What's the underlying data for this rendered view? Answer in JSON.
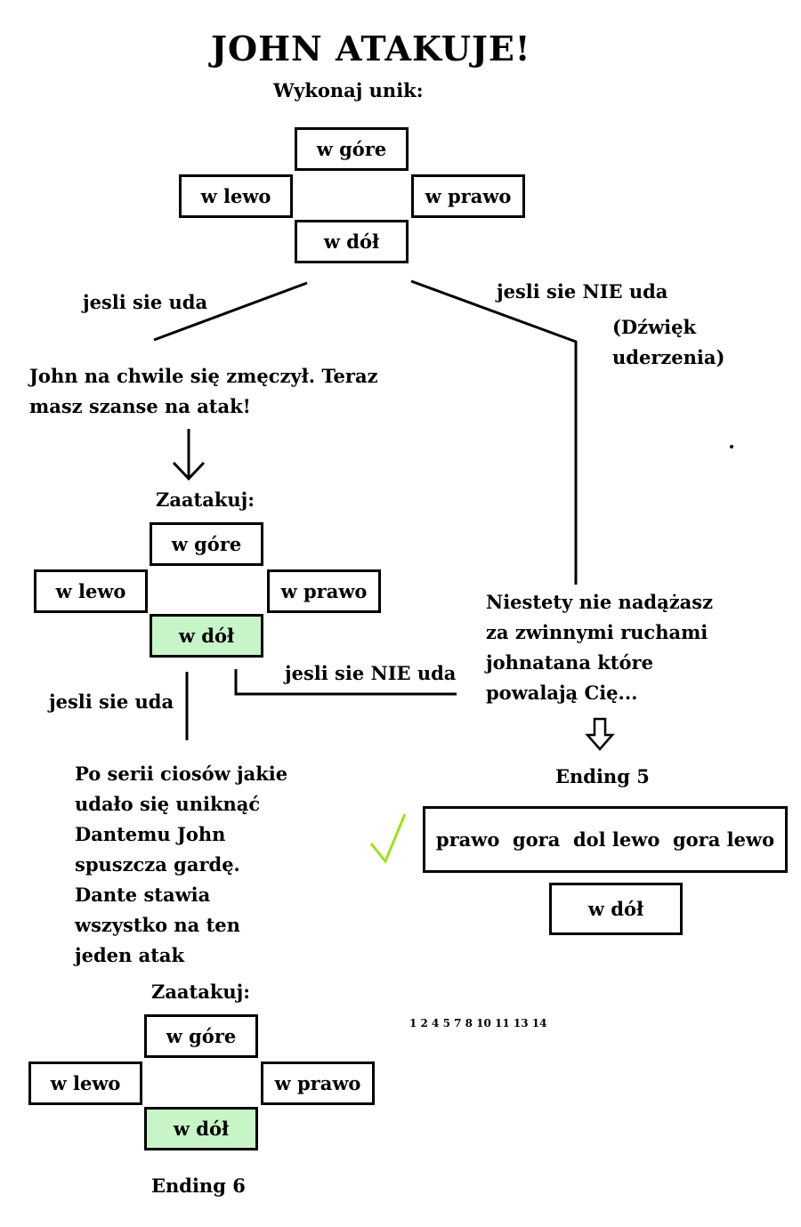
{
  "title": "JOHN ATAKUJE!",
  "dodge_prompt": "Wykonaj unik:",
  "dodge_options": {
    "up": "w góre",
    "left": "w lewo",
    "right": "w prawo",
    "down": "w dół"
  },
  "branch_success_1": "jesli sie uda",
  "branch_fail_1": "jesli sie NIE uda",
  "hit_sound_line1": "(Dźwięk",
  "hit_sound_line2": "uderzenia)",
  "john_tired_line1": "John na chwile się zmęczył. Teraz",
  "john_tired_line2": "masz szanse na atak!",
  "attack_prompt_1": "Zaatakuj:",
  "attack_options_1": {
    "up": "w góre",
    "left": "w lewo",
    "right": "w prawo",
    "down": "w dół"
  },
  "branch_success_2": "jesli sie uda",
  "branch_fail_2": "jesli sie NIE uda",
  "defeat_text": [
    "Niestety nie nadążasz",
    "za zwinnymi ruchami",
    "johnatana które",
    "powalają Cię..."
  ],
  "ending_5": "Ending 5",
  "combo_sequence": "prawo  gora  dol lewo  gora lewo",
  "combo_finish": "w dół",
  "guard_down_text": [
    "Po serii ciosów jakie",
    "udało się uniknąć",
    "Dantemu John",
    "spuszcza gardę.",
    "Dante stawia",
    "wszystko na ten",
    "jeden atak"
  ],
  "attack_prompt_2": "Zaatakuj:",
  "attack_options_2": {
    "up": "w góre",
    "left": "w lewo",
    "right": "w prawo",
    "down": "w dół"
  },
  "ending_6": "Ending 6",
  "page_numbers": "1 2  4 5  7 8  10 11  13 14",
  "colors": {
    "highlight": "#c8f5c8",
    "checkmark": "#9be020"
  }
}
